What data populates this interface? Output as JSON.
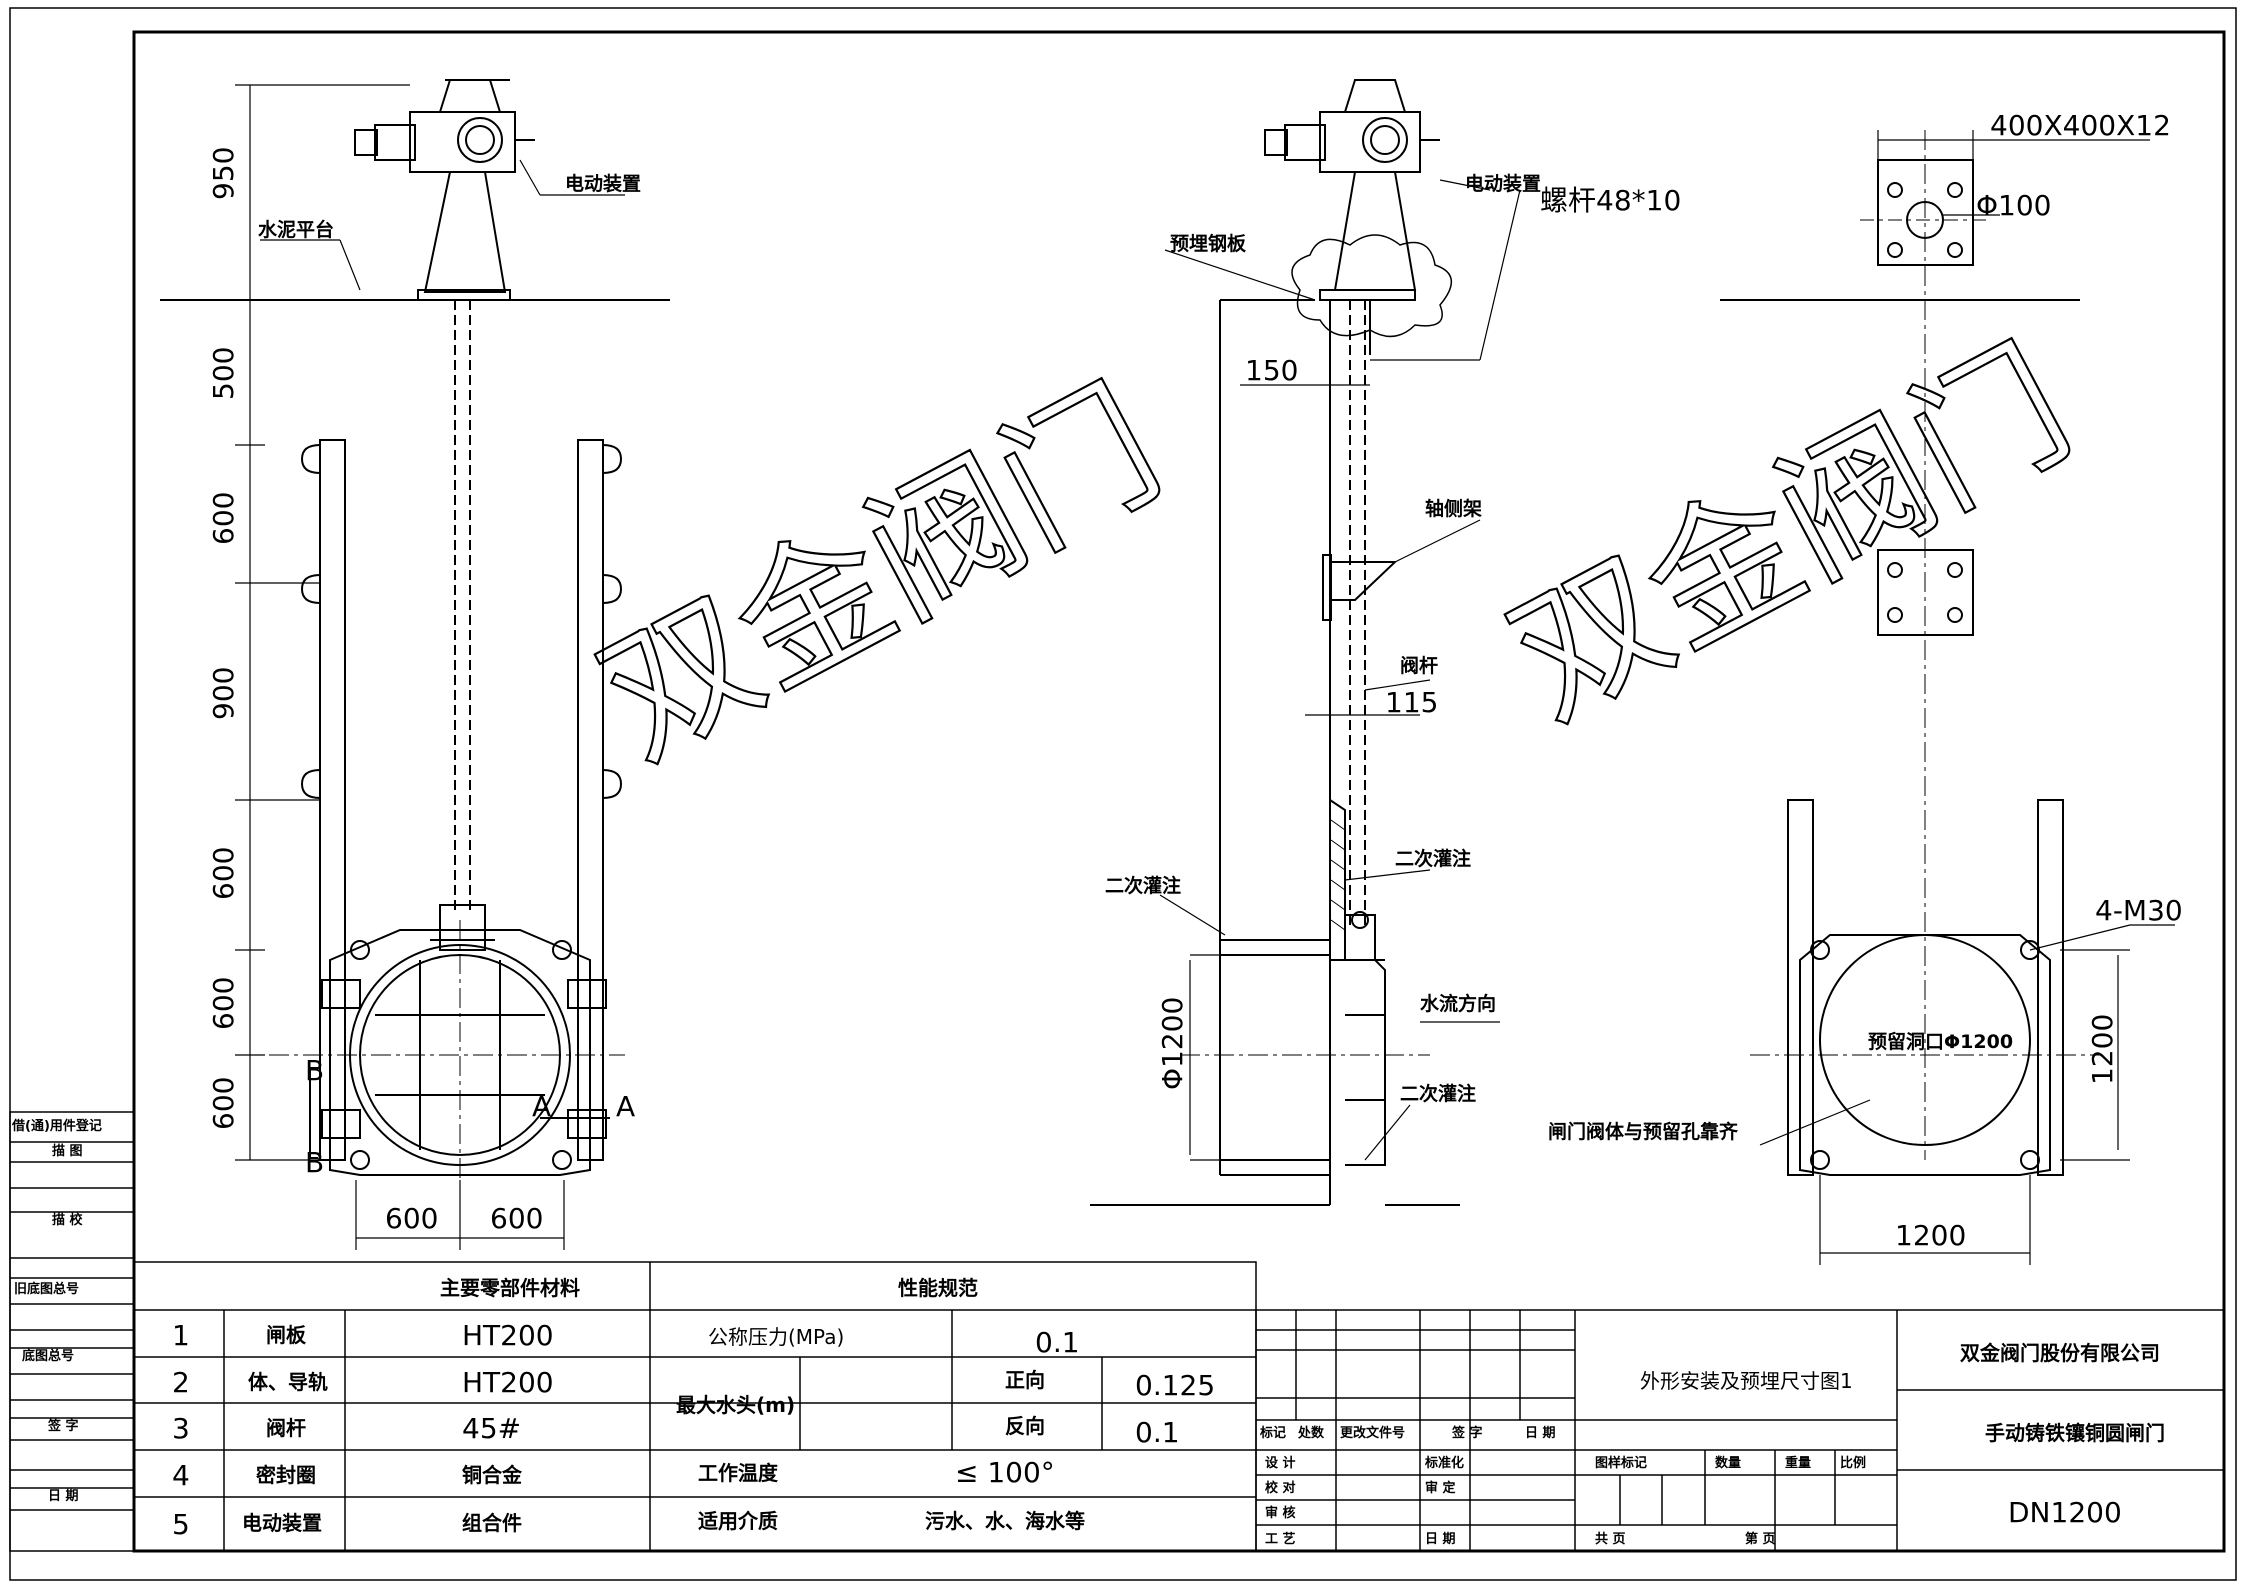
{
  "watermark": "双金阀门",
  "dims": {
    "h950": "950",
    "h500": "500",
    "h600a": "600",
    "h900": "900",
    "h600b": "600",
    "h600c": "600",
    "h600d": "600",
    "w600a": "600",
    "w600b": "600",
    "d150": "150",
    "d115": "115",
    "phi1200": "Φ1200",
    "plate": "400X400X12",
    "hole": "Φ100",
    "bolts": "4-M30",
    "r1200": "1200",
    "b1200": "1200"
  },
  "sec": {
    "b": "B",
    "a": "A"
  },
  "labels": {
    "motor1": "电动装置",
    "platform": "水泥平台",
    "motor2": "电动装置",
    "bolt": "螺杆48*10",
    "embed": "预埋钢板",
    "bracket": "轴侧架",
    "stem": "阀杆",
    "grout1": "二次灌注",
    "grout2": "二次灌注",
    "flow": "水流方向",
    "grout3": "二次灌注",
    "opening": "预留洞口Φ1200",
    "align": "闸门阀体与预留孔靠齐"
  },
  "side_column": [
    "借(通)用件登记",
    "描  图",
    "描  校",
    "旧底图总号",
    "底图总号",
    "签  字",
    "日  期"
  ],
  "materials": {
    "title": "主要零部件材料",
    "rows": [
      {
        "no": "1",
        "part": "闸板",
        "mat": "HT200"
      },
      {
        "no": "2",
        "part": "体、导轨",
        "mat": "HT200"
      },
      {
        "no": "3",
        "part": "阀杆",
        "mat": "45#"
      },
      {
        "no": "4",
        "part": "密封圈",
        "mat": "铜合金"
      },
      {
        "no": "5",
        "part": "电动装置",
        "mat": "组合件"
      }
    ]
  },
  "performance": {
    "title": "性能规范",
    "pressure_label": "公称压力(MPa)",
    "pressure": "0.1",
    "head_label": "最大水头(m)",
    "forward_label": "正向",
    "forward": "0.125",
    "reverse_label": "反向",
    "reverse": "0.1",
    "temp_label": "工作温度",
    "temp": "≤   100°",
    "medium_label": "适用介质",
    "medium": "污水、水、海水等"
  },
  "title_block": {
    "drawing_title": "外形安装及预埋尺寸图1",
    "company": "双金阀门股份有限公司",
    "product": "手动铸铁镶铜圆闸门",
    "model": "DN1200",
    "rev_headers": [
      "标记",
      "处数",
      "更改文件号",
      "签 字",
      "日 期"
    ],
    "roles": [
      "设 计",
      "校 对",
      "审 核",
      "工 艺"
    ],
    "roles2": [
      "标准化",
      "审 定",
      "日 期"
    ],
    "stage": "图样标记",
    "weight_count": "数量",
    "weight": "重量",
    "scale": "比例",
    "total_sheets": "共    页",
    "sheet_no": "第    页"
  }
}
